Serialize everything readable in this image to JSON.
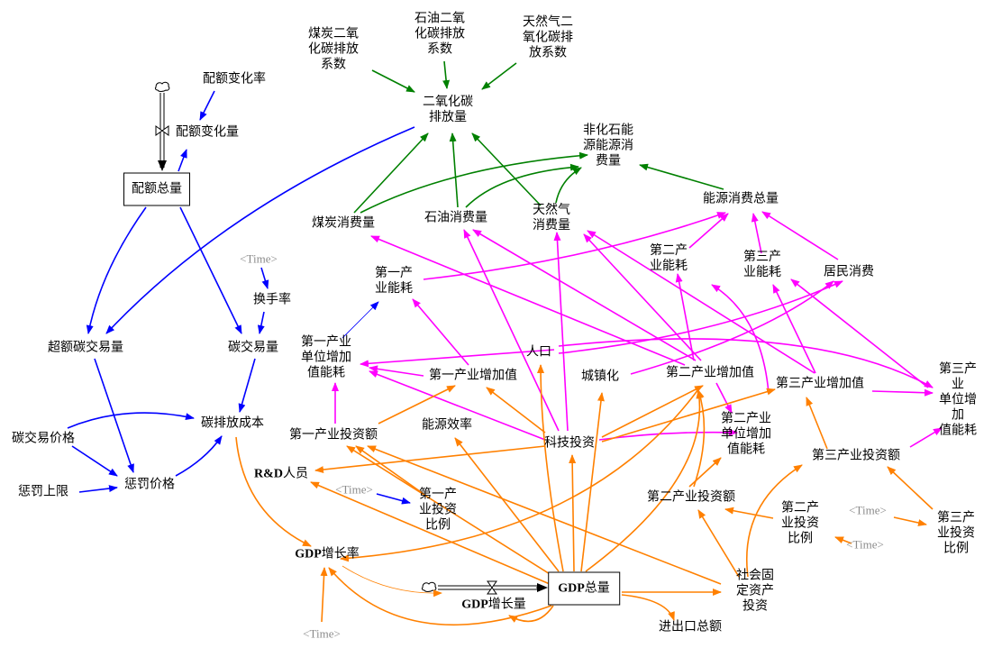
{
  "nodes": {
    "coal_coef": "煤炭二氧\n化碳排放\n系数",
    "oil_coef": "石油二氧\n化碳排放\n系数",
    "gas_coef": "天然气二\n氧化碳排\n放系数",
    "co2": "二氧化碳\n排放量",
    "nonfossil": "非化石能\n源能源消\n费量",
    "quota_rate": "配额变化率",
    "quota_change": "配额变化量",
    "quota_total": "配额总量",
    "energy_total": "能源消费总量",
    "coal": "煤炭消费量",
    "oil": "石油消费量",
    "gas": "天然气\n消费量",
    "ind2_energy": "第二产\n业能耗",
    "ind3_energy": "第三产\n业能耗",
    "resident": "居民消费",
    "ind1_energy": "第一产\n业能耗",
    "time": "<Time>",
    "turnover": "换手率",
    "excess_trade": "超额碳交易量",
    "carbon_trade": "碳交易量",
    "population": "人口",
    "ind1_unit": "第一产业\n单位增加\n值能耗",
    "urban": "城镇化",
    "ind2_value": "第二产业增加值",
    "ind3_value": "第三产业增加值",
    "ind1_value": "第一产业增加值",
    "ind3_unit": "第三产业\n单位增加\n值能耗",
    "carbon_cost": "碳排放成本",
    "ind1_invest": "第一产业投资额",
    "energy_eff": "能源效率",
    "tech_invest": "科技投资",
    "ind2_unit": "第二产业\n单位增加\n值能耗",
    "carbon_price": "碳交易价格",
    "ind3_invest": "第三产业投资额",
    "rd_staff_prefix": "R&D",
    "rd_staff": "人员",
    "penalty_cap": "惩罚上限",
    "penalty_price": "惩罚价格",
    "ind1_ratio": "第一产\n业投资\n比例",
    "ind2_invest": "第二产业投资额",
    "ind2_ratio": "第二产\n业投资\n比例",
    "ind3_ratio": "第三产\n业投资\n比例",
    "gdp_rate_prefix": "GDP",
    "gdp_rate": "增长率",
    "gdp_total_prefix": "GDP",
    "gdp_total": "总量",
    "gdp_inc_prefix": "GDP",
    "gdp_inc": "增长量",
    "fixed_invest": "社会固\n定资产\n投资",
    "trade_total": "进出口总额"
  },
  "colors": {
    "green": "#008000",
    "blue": "#0000ff",
    "magenta": "#ff00ff",
    "orange": "#ff8000"
  }
}
